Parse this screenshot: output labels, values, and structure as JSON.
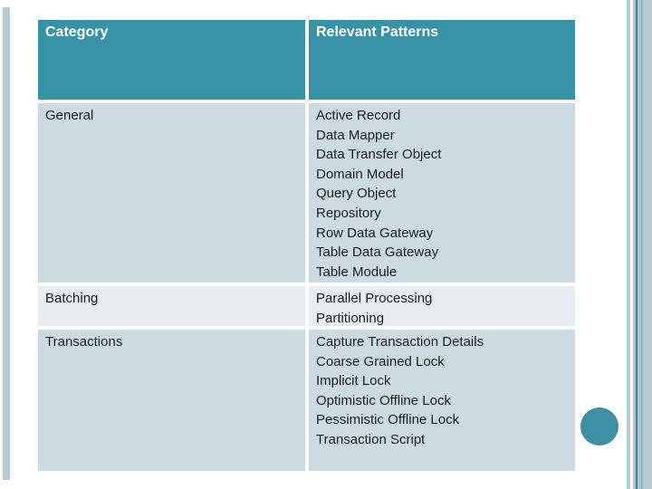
{
  "slide": {
    "table": {
      "header": {
        "category": "Category",
        "patterns": "Relevant Patterns"
      },
      "rows": [
        {
          "category": "General",
          "patterns": [
            "Active Record",
            "Data Mapper",
            "Data Transfer Object",
            "Domain Model",
            "Query Object",
            "Repository",
            "Row Data Gateway",
            "Table Data Gateway",
            "Table Module"
          ]
        },
        {
          "category": "Batching",
          "patterns": [
            "Parallel Processing",
            "Partitioning"
          ]
        },
        {
          "category": "Transactions",
          "patterns": [
            "Capture Transaction Details",
            "Coarse Grained Lock",
            "Implicit Lock",
            "Optimistic Offline Lock",
            "Pessimistic Offline Lock",
            "Transaction Script"
          ]
        }
      ]
    },
    "colors": {
      "header_bg": "#3892A6",
      "row_bg": "#CCDBE2",
      "row_alt_bg": "#E9EDF0",
      "header_text": "#FFFFFF",
      "body_text": "#1C1C1C",
      "accent_circle": "#3E8FA4",
      "stripe_light": "#B7CBD5",
      "stripe_mid": "#8EACB9",
      "stripe_dark": "#54808F",
      "stripe_band": "#AEC6D0"
    }
  }
}
